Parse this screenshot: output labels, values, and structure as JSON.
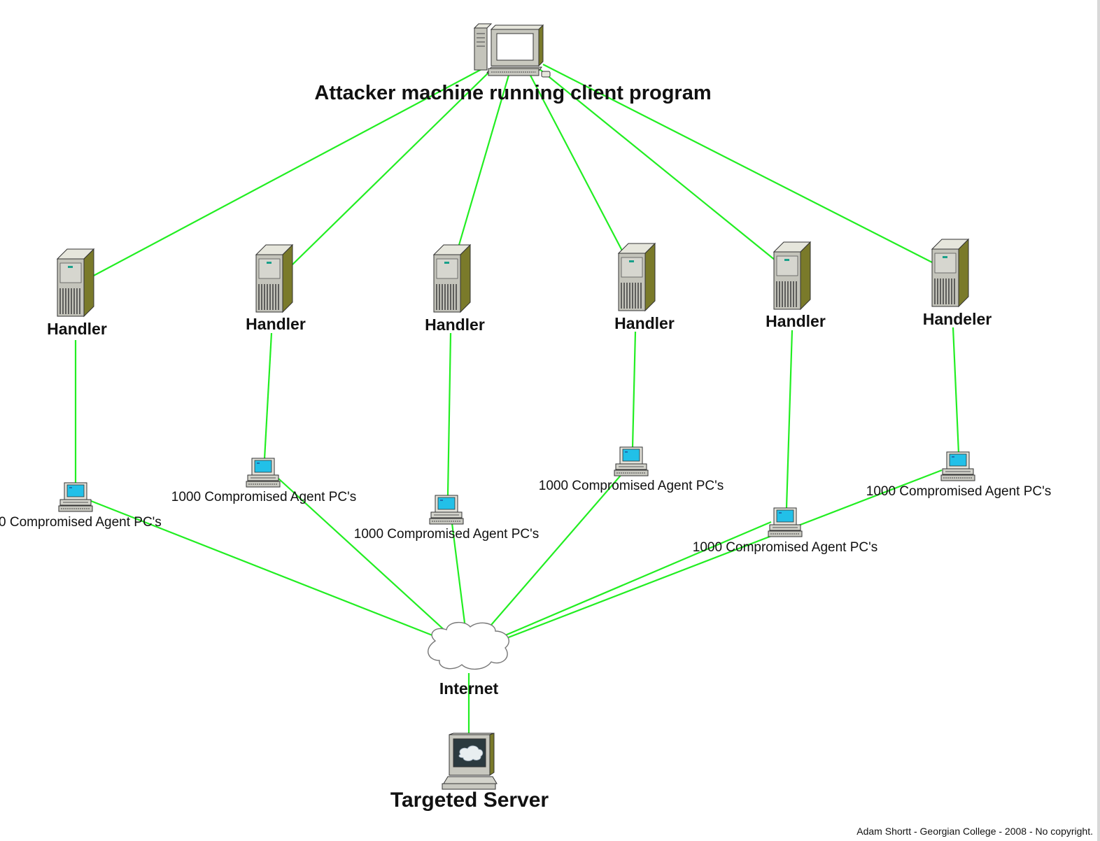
{
  "colors": {
    "edge": "#22ee22",
    "server_tower": "#bdbdb0",
    "server_side": "#7a7a2a",
    "screen": "#22c0e8",
    "cloud_fill": "#ffffff",
    "cloud_stroke": "#777777"
  },
  "attacker": {
    "label": "Attacker machine running client program",
    "icon": "desktop-computer-icon"
  },
  "handlers": [
    {
      "label": "Handler",
      "icon": "server-tower-icon"
    },
    {
      "label": "Handler",
      "icon": "server-tower-icon"
    },
    {
      "label": "Handler",
      "icon": "server-tower-icon"
    },
    {
      "label": "Handler",
      "icon": "server-tower-icon"
    },
    {
      "label": "Handler",
      "icon": "server-tower-icon"
    },
    {
      "label": "Handeler",
      "icon": "server-tower-icon"
    }
  ],
  "agents": [
    {
      "label": "0 Compromised Agent PC's",
      "icon": "workstation-icon"
    },
    {
      "label": "1000 Compromised Agent PC's",
      "icon": "workstation-icon"
    },
    {
      "label": "1000 Compromised Agent PC's",
      "icon": "workstation-icon"
    },
    {
      "label": "1000 Compromised Agent PC's",
      "icon": "workstation-icon"
    },
    {
      "label": "1000 Compromised Agent PC's",
      "icon": "workstation-icon"
    },
    {
      "label": "1000 Compromised Agent PC's",
      "icon": "workstation-icon"
    }
  ],
  "internet": {
    "label": "Internet",
    "icon": "cloud-icon"
  },
  "target": {
    "label": "Targeted Server",
    "icon": "target-monitor-icon"
  },
  "credit": "Adam Shortt - Georgian College - 2008 - No copyright."
}
